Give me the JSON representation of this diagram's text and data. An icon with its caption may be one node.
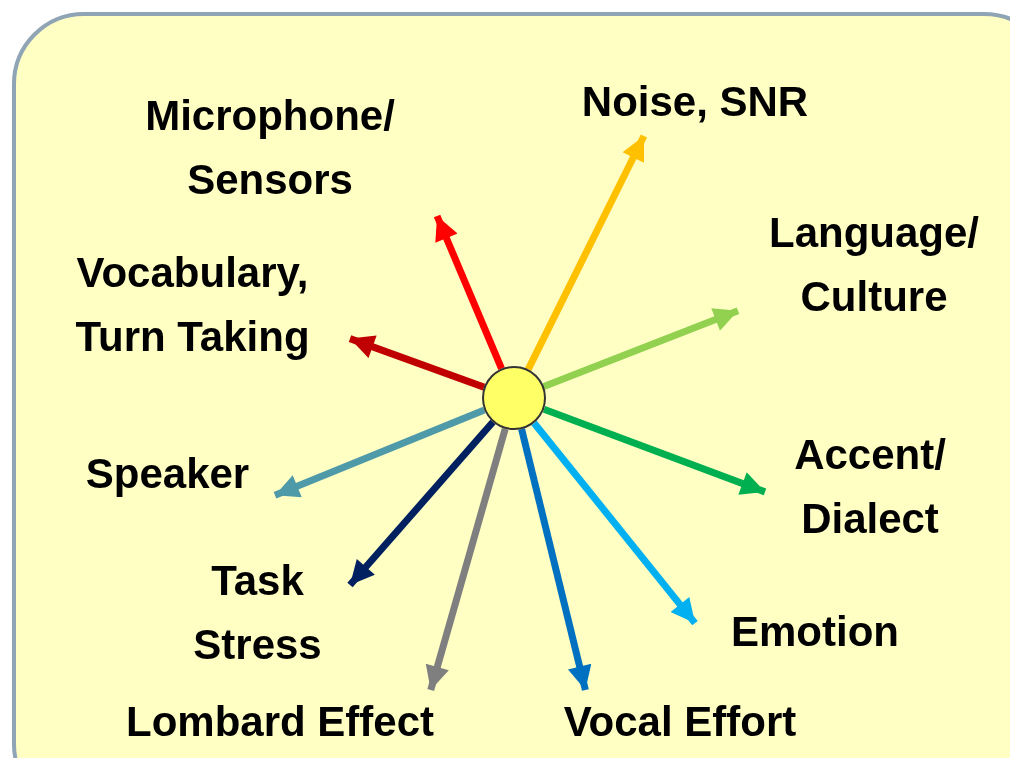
{
  "diagram": {
    "nodes": [
      {
        "text": [],
        "shape": "circle"
      },
      {
        "text": [
          "Microphone/ Sensors"
        ]
      },
      {
        "text": [
          "Noise, SNR"
        ]
      },
      {
        "text": [
          "Language/ Culture"
        ]
      },
      {
        "text": [
          "Vocabulary, Turn Taking"
        ]
      },
      {
        "text": [
          "Speaker"
        ]
      },
      {
        "text": [
          "Accent/ Dialect"
        ]
      },
      {
        "text": [
          "Task Stress"
        ]
      },
      {
        "text": [
          "Emotion"
        ]
      },
      {
        "text": [
          "Lombard Effect"
        ]
      },
      {
        "text": [
          "Vocal Effort"
        ]
      }
    ],
    "edges": [
      {
        "from": 0,
        "to": 1,
        "arrow": "to",
        "color": "#ff0000"
      },
      {
        "from": 0,
        "to": 2,
        "arrow": "to",
        "color": "#ffc000"
      },
      {
        "from": 0,
        "to": 3,
        "arrow": "to",
        "color": "#92d050"
      },
      {
        "from": 0,
        "to": 4,
        "arrow": "to",
        "color": "#c00000"
      },
      {
        "from": 0,
        "to": 5,
        "arrow": "to",
        "color": "#4f9aa8"
      },
      {
        "from": 0,
        "to": 6,
        "arrow": "to",
        "color": "#00b050"
      },
      {
        "from": 0,
        "to": 7,
        "arrow": "to",
        "color": "#002060"
      },
      {
        "from": 0,
        "to": 8,
        "arrow": "to",
        "color": "#00b0f0"
      },
      {
        "from": 0,
        "to": 9,
        "arrow": "to",
        "color": "#7f7f7f"
      },
      {
        "from": 0,
        "to": 10,
        "arrow": "to",
        "color": "#0070c0"
      }
    ]
  }
}
